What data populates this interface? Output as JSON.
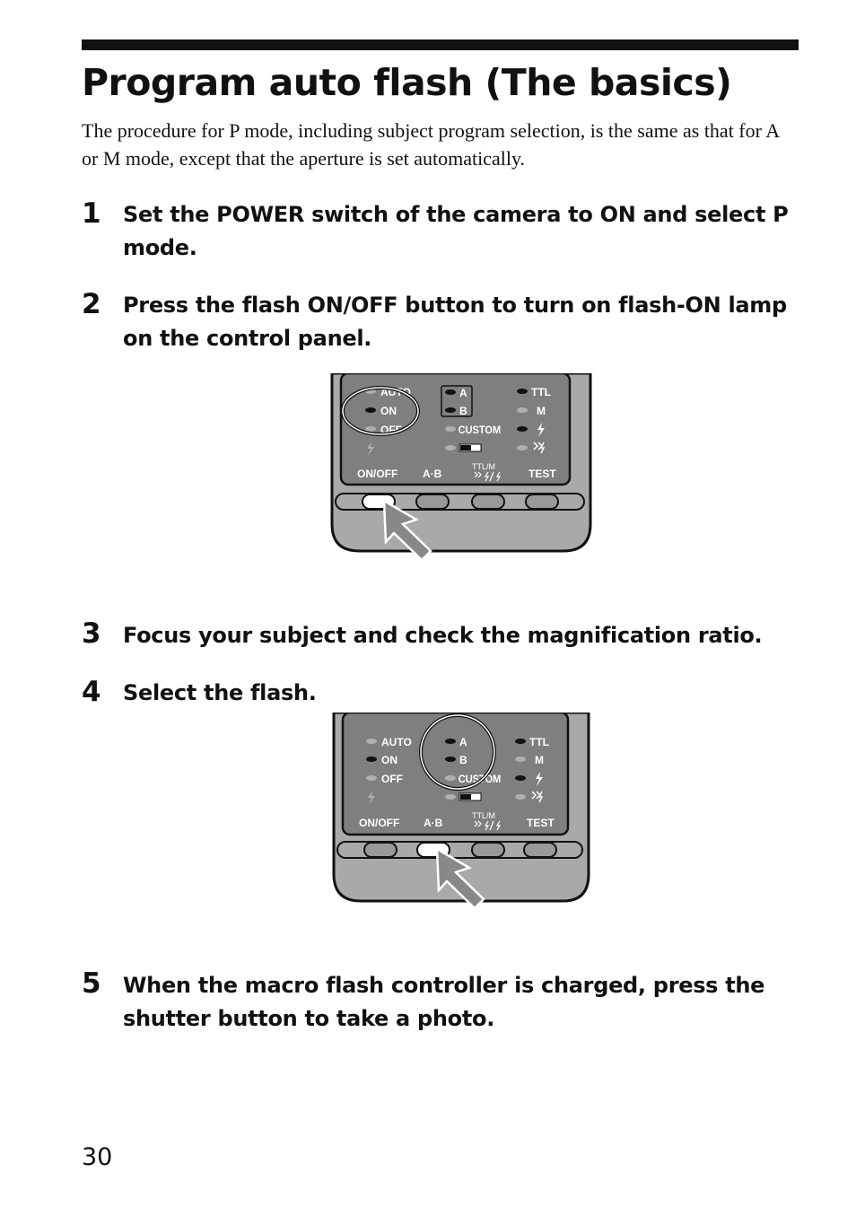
{
  "page": {
    "title": "Program auto flash (The basics)",
    "intro": "The procedure for P mode, including subject program selection, is the same as that for A or M mode, except that the aperture is set automatically.",
    "page_number": "30"
  },
  "steps": [
    {
      "number": "1",
      "text": "Set the POWER switch of the camera to ON and select P mode."
    },
    {
      "number": "2",
      "text": "Press the flash ON/OFF button to turn on flash-ON lamp on the control panel."
    },
    {
      "number": "3",
      "text": "Focus your subject and check the magnification ratio."
    },
    {
      "number": "4",
      "text": "Select the flash."
    },
    {
      "number": "5",
      "text": "When the macro flash controller is charged, press the shutter button to take a photo."
    }
  ],
  "panel": {
    "auto": "AUTO",
    "on": "ON",
    "off": "OFF",
    "a": "A",
    "b": "B",
    "custom": "CUSTOM",
    "ttl": "TTL",
    "m": "M",
    "btn_onoff": "ON/OFF",
    "btn_ab": "A·B",
    "btn_ttlm": "TTL/M",
    "btn_test": "TEST"
  },
  "figures": {
    "fig1_highlight": "on-off-group",
    "fig2_highlight": "a-b-group"
  }
}
